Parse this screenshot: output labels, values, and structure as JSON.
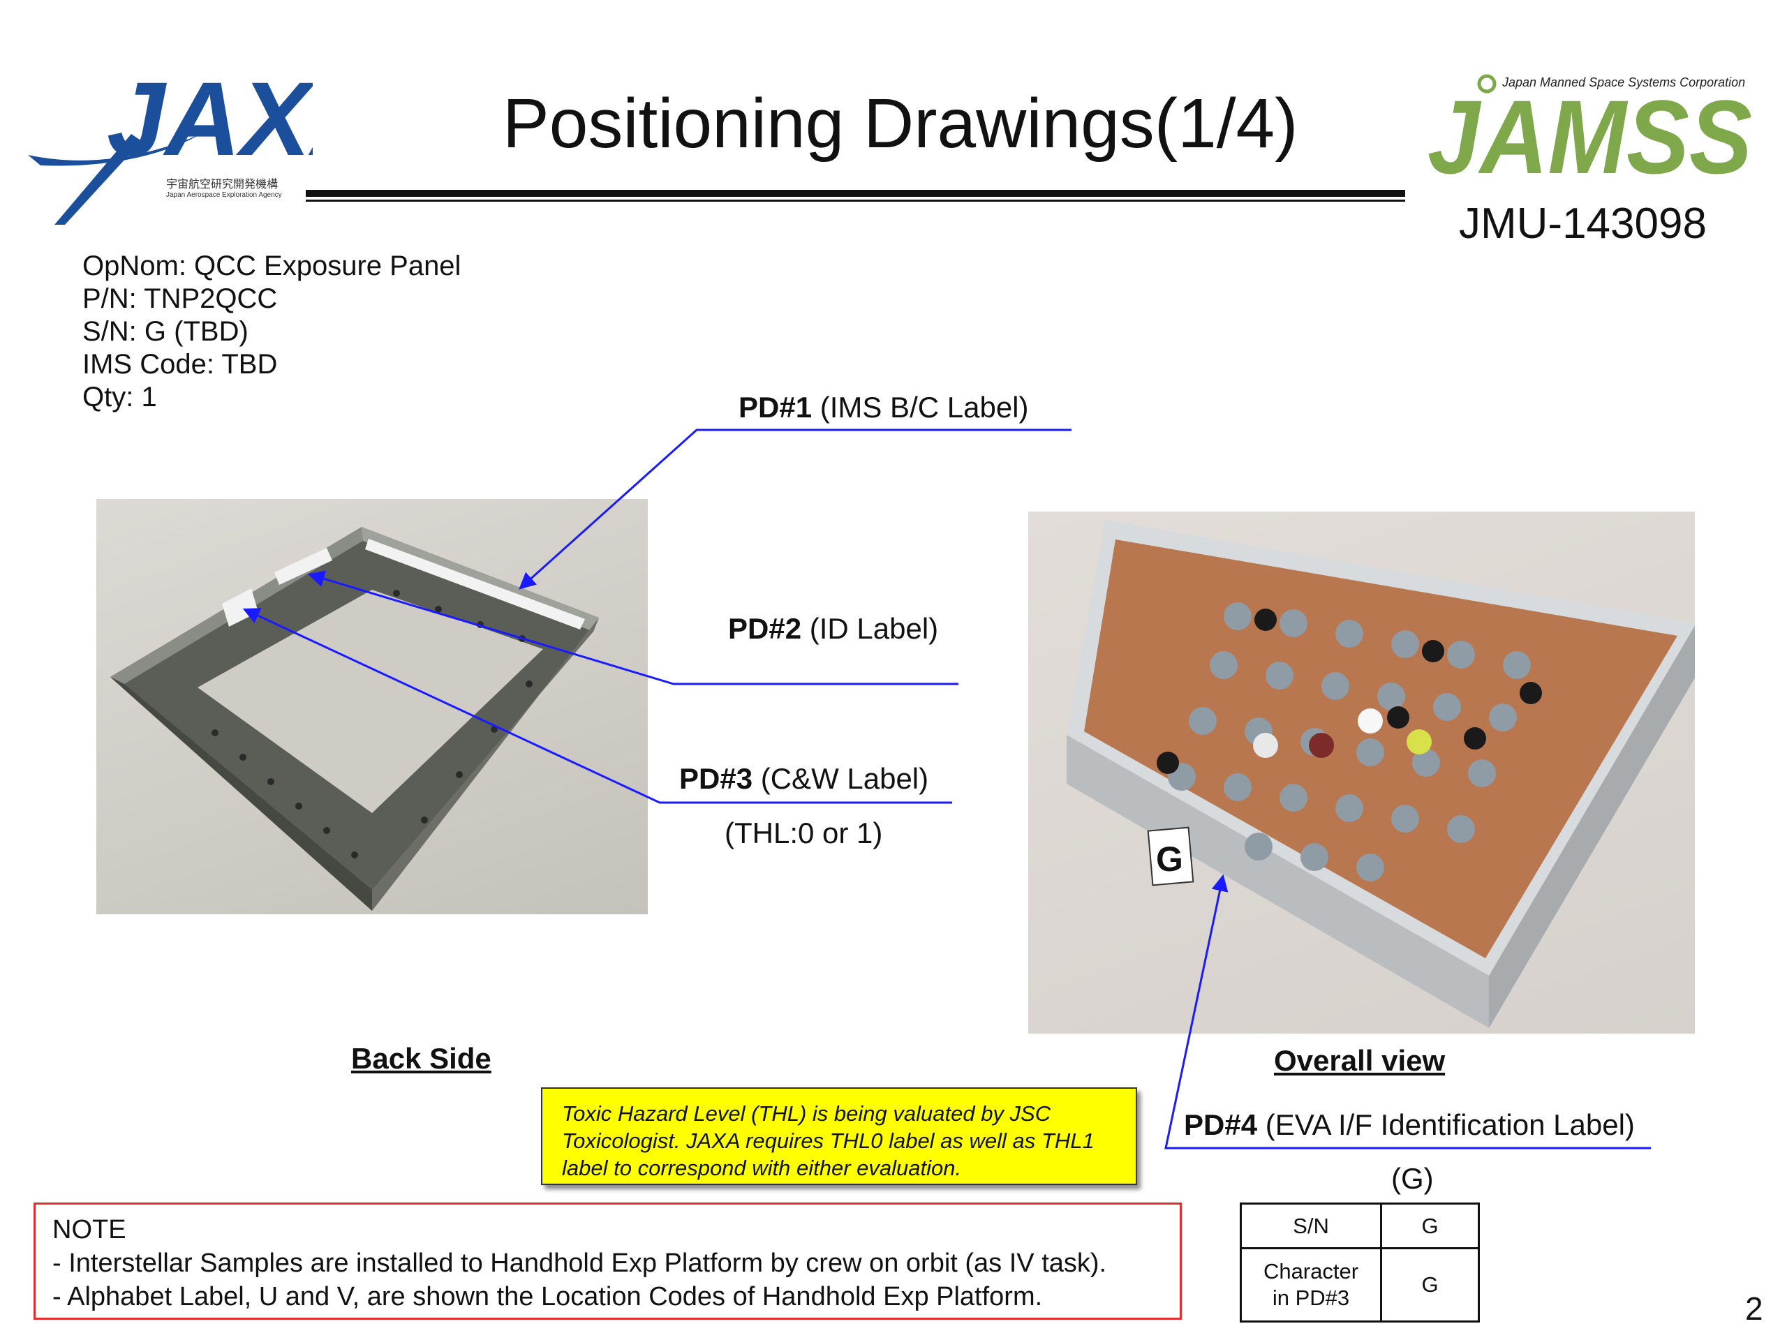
{
  "header": {
    "title": "Positioning Drawings(1/4)",
    "doc_number": "JMU-143098",
    "jaxa_logo_text": "JAXA",
    "jaxa_name_jp": "宇宙航空研究開発機構",
    "jaxa_name_en": "Japan Aerospace Exploration Agency",
    "jamss_logo_text": "JAMSS",
    "jamss_corp": "Japan Manned Space Systems Corporation"
  },
  "item_info": [
    "OpNom: QCC Exposure Panel",
    "P/N: TNP2QCC",
    "S/N: G (TBD)",
    "IMS Code: TBD",
    "Qty:  1"
  ],
  "labels": {
    "pd1_id": "PD#1",
    "pd1_desc": " (IMS B/C Label)",
    "pd2_id": "PD#2",
    "pd2_desc": " (ID Label)",
    "pd3_id": "PD#3",
    "pd3_desc": " (C&W Label)",
    "pd3_note": "(THL:0 or 1)",
    "pd4_id": "PD#4",
    "pd4_desc": " (EVA I/F Identification Label)",
    "pd4_note": "(G)"
  },
  "photos": {
    "back_caption": "Back Side",
    "overall_caption": "Overall view",
    "overall_label_letter": "G"
  },
  "thl_box": "Toxic Hazard Level (THL) is being valuated by JSC Toxicologist. JAXA requires THL0 label as well as THL1 label to correspond with either evaluation.",
  "note": {
    "heading": "NOTE",
    "lines": [
      "- Interstellar Samples are installed to Handhold Exp Platform by crew on orbit (as IV task).",
      "- Alphabet Label, U and V, are shown the Location Codes of Handhold Exp Platform."
    ]
  },
  "sn_table": {
    "rows": [
      {
        "label": "S/N",
        "value": "G"
      },
      {
        "label": "Character in PD#3",
        "value": "G"
      }
    ]
  },
  "page_number": "2",
  "colors": {
    "jaxa_blue": "#1b4f9c",
    "jamss_green": "#7fa84a",
    "leader_line": "#1a1aff",
    "note_border": "#e03030",
    "highlight": "#ffff00"
  }
}
